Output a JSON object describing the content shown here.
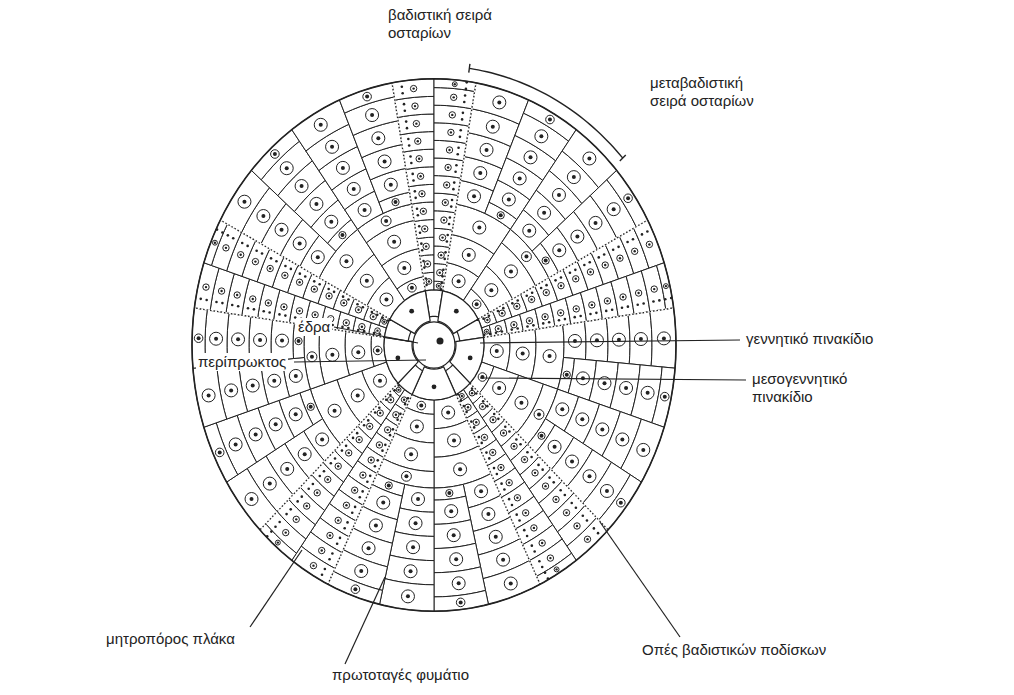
{
  "diagram": {
    "labels": [
      "βαδιστική σειρά οσταρίων",
      "μεταβαδιστική σειρά οσταρίων",
      "έδρα",
      "περίπρωκτος",
      "γεννητικό πινακίδιο",
      "μεσογεννητικό πινακίδιο",
      "Οπές βαδιστικών ποδίσκων",
      "μητροπόρος πλάκα",
      "πρωτοταγές φυμάτιο"
    ]
  }
}
